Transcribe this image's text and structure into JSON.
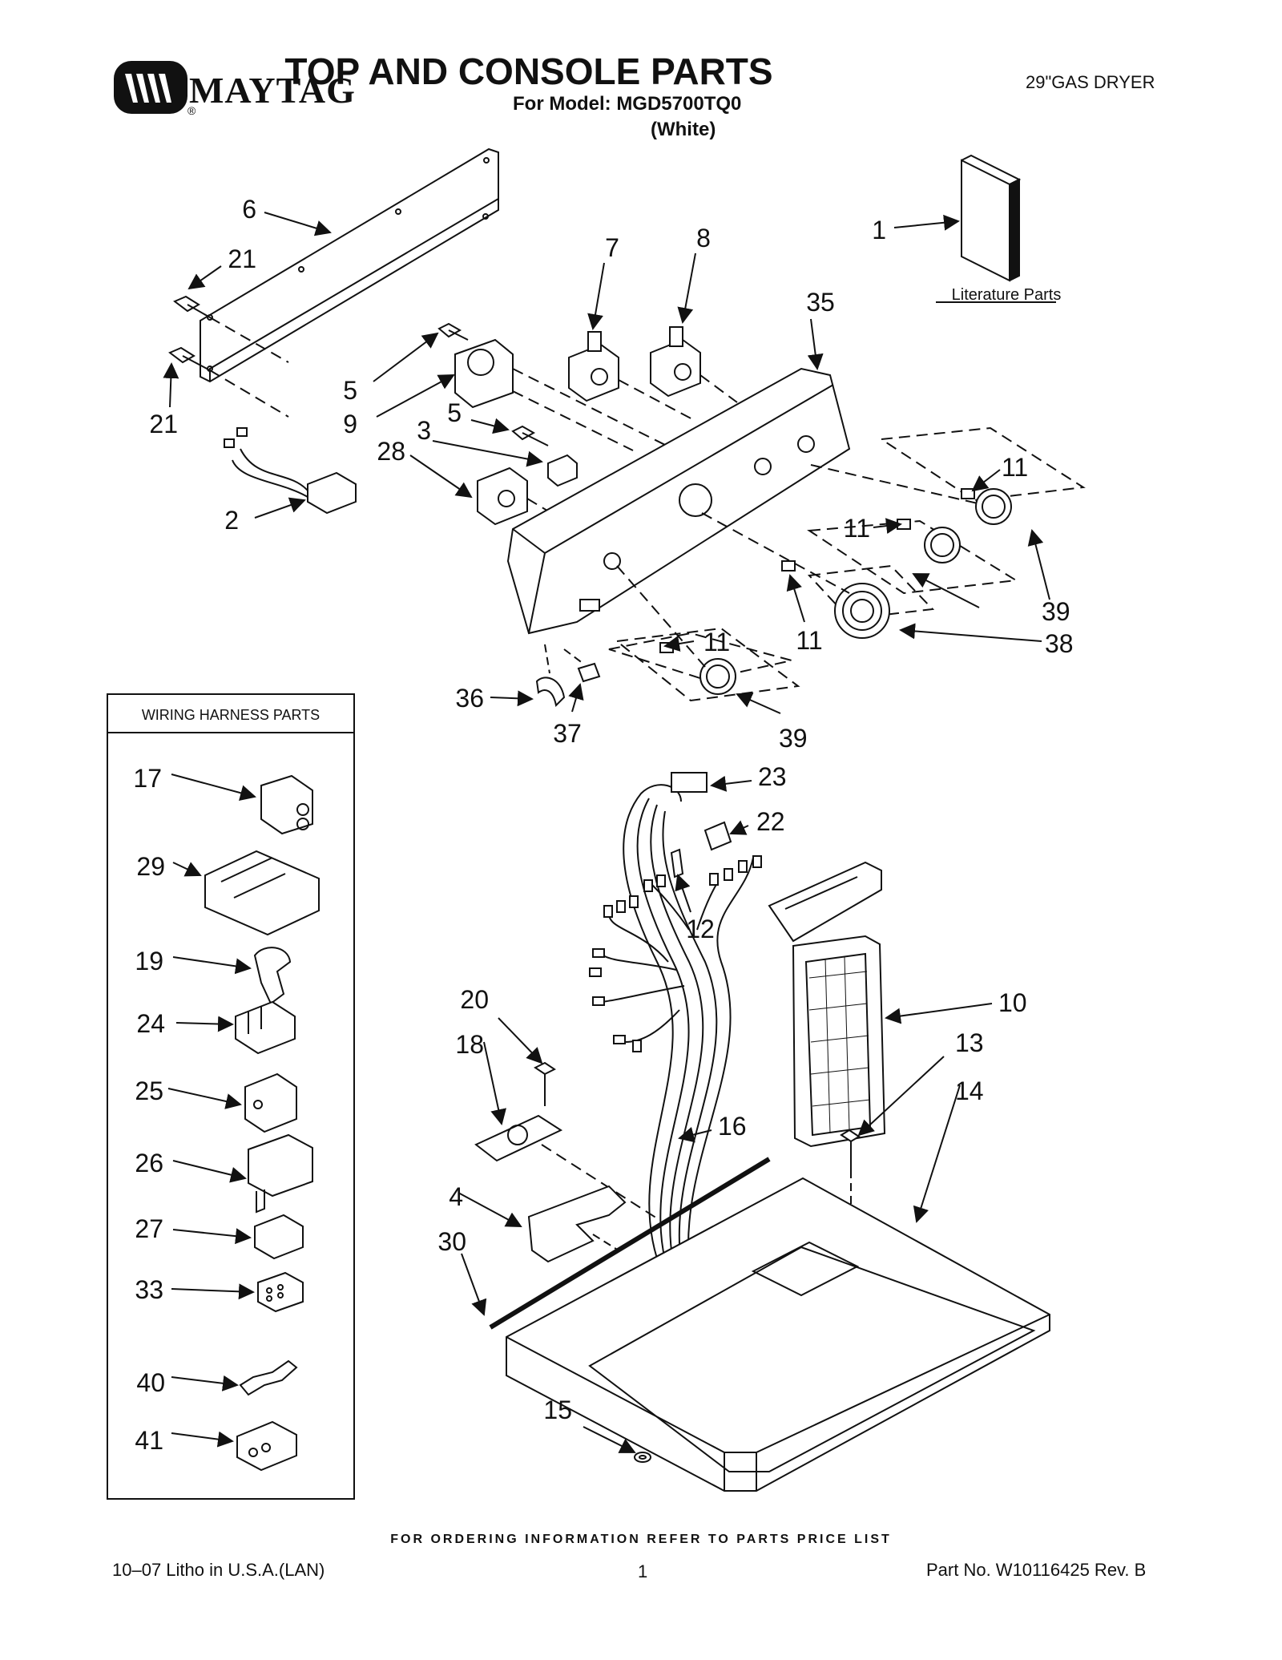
{
  "header": {
    "brand": "MAYTAG",
    "title": "TOP AND CONSOLE PARTS",
    "model_line": "For Model: MGD5700TQ0",
    "color_line": "(White)",
    "product_type": "29\"GAS DRYER"
  },
  "literature_label": "Literature Parts",
  "wiring_box_title": "WIRING HARNESS PARTS",
  "callouts": {
    "c1": "1",
    "c2": "2",
    "c3": "3",
    "c4": "4",
    "c5a": "5",
    "c5b": "5",
    "c6": "6",
    "c7": "7",
    "c8": "8",
    "c9": "9",
    "c10": "10",
    "c11a": "11",
    "c11b": "11",
    "c11c": "11",
    "c11d": "11",
    "c12": "12",
    "c13": "13",
    "c14": "14",
    "c15": "15",
    "c16": "16",
    "c17": "17",
    "c18": "18",
    "c19": "19",
    "c20": "20",
    "c21a": "21",
    "c21b": "21",
    "c22": "22",
    "c23": "23",
    "c24": "24",
    "c25": "25",
    "c26": "26",
    "c27": "27",
    "c28": "28",
    "c29": "29",
    "c30": "30",
    "c33": "33",
    "c35": "35",
    "c36": "36",
    "c37": "37",
    "c38": "38",
    "c39a": "39",
    "c39b": "39",
    "c40": "40",
    "c41": "41"
  },
  "footer": {
    "ordering_note": "FOR ORDERING INFORMATION REFER TO PARTS PRICE LIST",
    "litho": "10–07 Litho in U.S.A.(LAN)",
    "page": "1",
    "part_no": "Part No. W10116425 Rev. B"
  }
}
